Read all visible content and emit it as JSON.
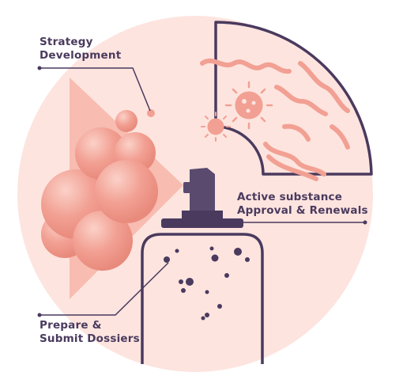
{
  "labels": {
    "strategy": {
      "line1": "Strategy",
      "line2": "Development"
    },
    "active": {
      "line1": "Active substance",
      "line2": "Approval & Renewals"
    },
    "prepare": {
      "line1": "Prepare &",
      "line2": "Submit Dossiers"
    }
  },
  "colors": {
    "circle_bg": "#fde4df",
    "dark": "#4a3a5e",
    "salmon": "#f2a093",
    "pink_triangle": "#f7b7ac"
  },
  "icons": [
    "virus-icon",
    "spray-bottle-icon",
    "bubble-cluster"
  ]
}
